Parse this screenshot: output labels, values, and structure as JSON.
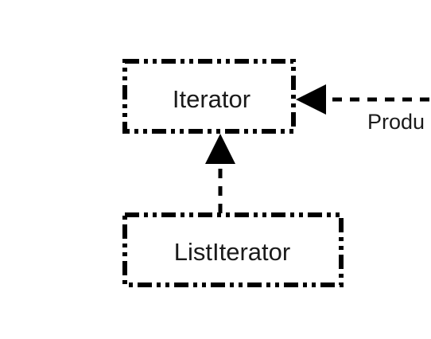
{
  "diagram": {
    "nodes": [
      {
        "id": "iterator",
        "label": "Iterator"
      },
      {
        "id": "list-iterator",
        "label": "ListIterator"
      }
    ],
    "edges": [
      {
        "from": "list-iterator",
        "to": "iterator",
        "style": "dashed",
        "arrowhead": "filled-triangle"
      },
      {
        "from": "offscreen",
        "to": "iterator",
        "style": "dashed",
        "arrowhead": "filled-triangle",
        "label": "Produ"
      }
    ]
  }
}
